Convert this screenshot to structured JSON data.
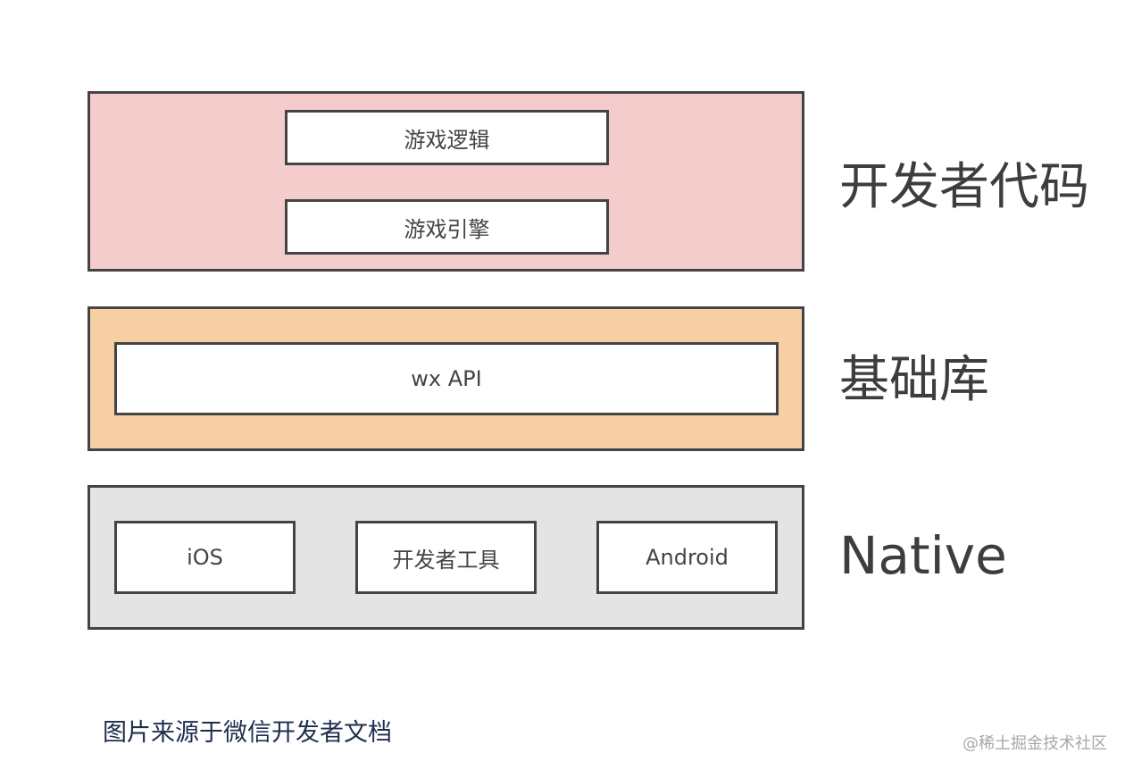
{
  "layers": {
    "developer_code": {
      "label": "开发者代码",
      "color": "#f5cccc",
      "boxes": [
        "游戏逻辑",
        "游戏引擎"
      ]
    },
    "base_library": {
      "label": "基础库",
      "color": "#f6cfa4",
      "boxes": [
        "wx API"
      ]
    },
    "native": {
      "label": "Native",
      "color": "#e4e4e4",
      "boxes": [
        "iOS",
        "开发者工具",
        "Android"
      ]
    }
  },
  "caption": "图片来源于微信开发者文档",
  "watermark": "@稀土掘金技术社区"
}
